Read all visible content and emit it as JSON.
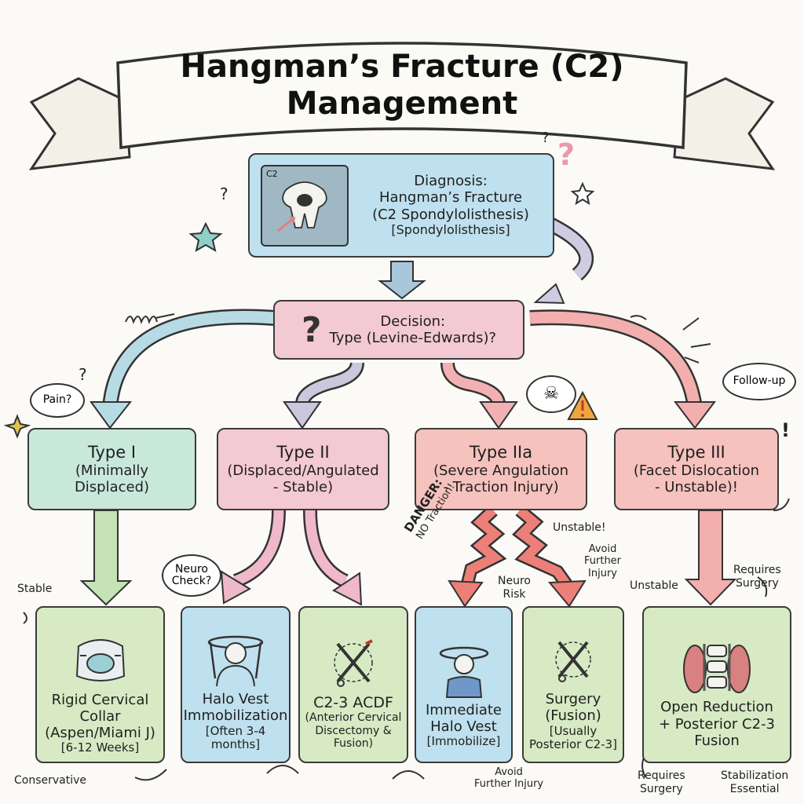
{
  "title": {
    "line1": "Hangman’s Fracture (C2)",
    "line2": "Management"
  },
  "colors": {
    "blue": "#bfe0ee",
    "pink": "#f3c9d4",
    "red": "#f6c2bd",
    "teal": "#c9e8dc",
    "green": "#d7eac4",
    "ink": "#333333"
  },
  "diagnosis": {
    "image_label": "C2",
    "heading": "Diagnosis:",
    "line1": "Hangman’s Fracture",
    "line2": "(C2 Spondylolisthesis)",
    "line3": "[Spondylolisthesis]"
  },
  "decision": {
    "line1": "Decision:",
    "line2": "Type (Levine-Edwards)?"
  },
  "types": [
    {
      "title": "Type I",
      "line1": "(Minimally",
      "line2": "Displaced)"
    },
    {
      "title": "Type II",
      "line1": "(Displaced/Angulated",
      "line2": "- Stable)"
    },
    {
      "title": "Type IIa",
      "line1": "(Severe Angulation",
      "line2": "- Traction Injury)"
    },
    {
      "title": "Type III",
      "line1": "(Facet Dislocation",
      "line2": "- Unstable)!"
    }
  ],
  "treatments": [
    {
      "line1": "Rigid Cervical",
      "line2": "Collar",
      "line3": "(Aspen/Miami J)",
      "line4": "[6-12 Weeks]",
      "icon": "cervical-collar-icon"
    },
    {
      "line1": "Halo Vest",
      "line2": "Immobilization",
      "line3": "[Often 3-4",
      "line4": "months]",
      "icon": "halo-vest-icon"
    },
    {
      "line1": "C2-3 ACDF",
      "line2": "(Anterior Cervical",
      "line3": "Discectomy &",
      "line4": "Fusion)",
      "icon": "surgical-tools-icon"
    },
    {
      "line1": "Immediate",
      "line2": "Halo Vest",
      "line3": "[Immobilize]",
      "icon": "halo-vest-icon"
    },
    {
      "line1": "Surgery",
      "line2": "(Fusion)",
      "line3": "[Usually",
      "line4": "Posterior C2-3]",
      "icon": "surgical-tools-icon"
    },
    {
      "line1": "Open Reduction",
      "line2": "+ Posterior C2-3",
      "line3": "Fusion",
      "icon": "spinal-fixation-icon"
    }
  ],
  "annotations": {
    "pain": "Pain?",
    "follow_up": "Follow-up",
    "neuro_check_1": "Neuro",
    "neuro_check_2": "Check?",
    "stable": "Stable",
    "conservative": "Conservative",
    "danger": "DANGER:",
    "no_traction": "NO Traction!",
    "unstable_1": "Unstable!",
    "avoid_1": "Avoid",
    "avoid_2": "Further",
    "avoid_3": "Injury",
    "neuro_1": "Neuro",
    "neuro_2": "Risk",
    "unstable_2": "Unstable",
    "requires_top_1": "Requires",
    "requires_top_2": "Surgery",
    "avoid_bottom_1": "Avoid",
    "avoid_bottom_2": "Further Injury",
    "requires_bottom_1": "Requires",
    "requires_bottom_2": "Surgery",
    "stab_1": "Stabilization",
    "stab_2": "Essential"
  }
}
